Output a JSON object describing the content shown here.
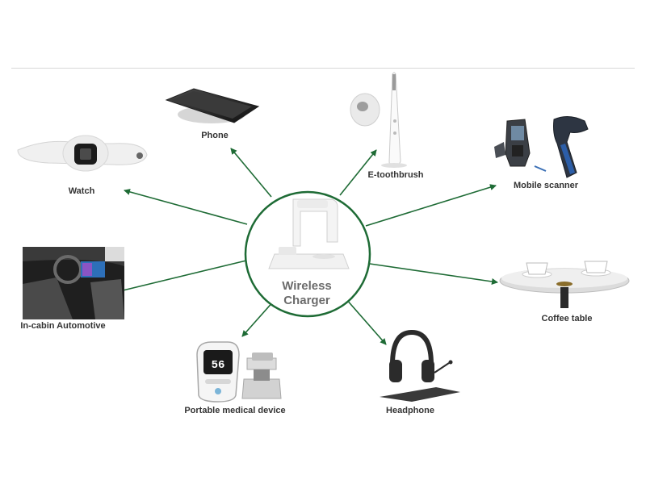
{
  "center": {
    "line1": "Wireless",
    "line2": "Charger"
  },
  "devices": {
    "phone": "Phone",
    "toothbrush": "E-toothbrush",
    "watch": "Watch",
    "scanner": "Mobile scanner",
    "automotive": "In-cabin Automotive",
    "coffee": "Coffee table",
    "medical": "Portable medical device",
    "headphone": "Headphone",
    "medical_reading": "56"
  },
  "colors": {
    "arrow": "#1e6b35",
    "ring": "#1e6b35"
  }
}
